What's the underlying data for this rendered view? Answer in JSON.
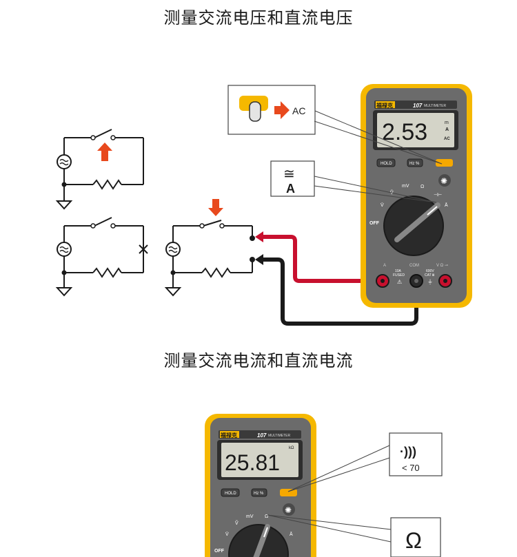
{
  "page": {
    "heading_top": "测量交流电压和直流电压",
    "heading_bottom": "测量交流电流和直流电流"
  },
  "meter_top": {
    "brand": "福禄克",
    "model": "107",
    "model_sub": "MULTIMETER",
    "reading": "2.53",
    "unit_prefix": "m",
    "unit": "A",
    "unit_mode": "AC",
    "btn_hold": "HOLD",
    "btn_hz": "Hz %",
    "dial_off": "OFF",
    "dial_mv": "mV",
    "dial_ohm": "Ω",
    "dial_cap": "⊣⊢",
    "dial_a": "Ā",
    "dial_v_ac": "Ṽ",
    "dial_v_dc": "V̄",
    "jack_a": "A",
    "jack_com": "COM",
    "jack_v": "V Ω ⊸",
    "fuse_label": "10A",
    "fuse_sub": "FUSED",
    "cat_label": "600V",
    "cat_sub": "CAT Ⅲ"
  },
  "callout_ac": {
    "text": "AC"
  },
  "callout_a": {
    "symbol": "≅",
    "text": "A"
  },
  "meter_bottom": {
    "brand": "福禄克",
    "model": "107",
    "model_sub": "MULTIMETER",
    "reading": "25.81",
    "unit": "kΩ",
    "btn_hold": "HOLD",
    "btn_hz": "Hz %",
    "dial_off": "OFF",
    "dial_mv": "mV",
    "dial_ohm": "Ω",
    "dial_v_ac": "Ṽ",
    "dial_v_dc": "V̄",
    "dial_a": "Ā"
  },
  "callout_continuity": {
    "symbol": "·)))",
    "text": "< 70"
  },
  "callout_ohm": {
    "symbol": "Ω"
  },
  "colors": {
    "meter_yellow": "#f5b800",
    "meter_body": "#6b6b6b",
    "lcd": "#d4d4c8",
    "lead_red": "#c8102e",
    "lead_black": "#1a1a1a",
    "arrow": "#e8491d"
  }
}
